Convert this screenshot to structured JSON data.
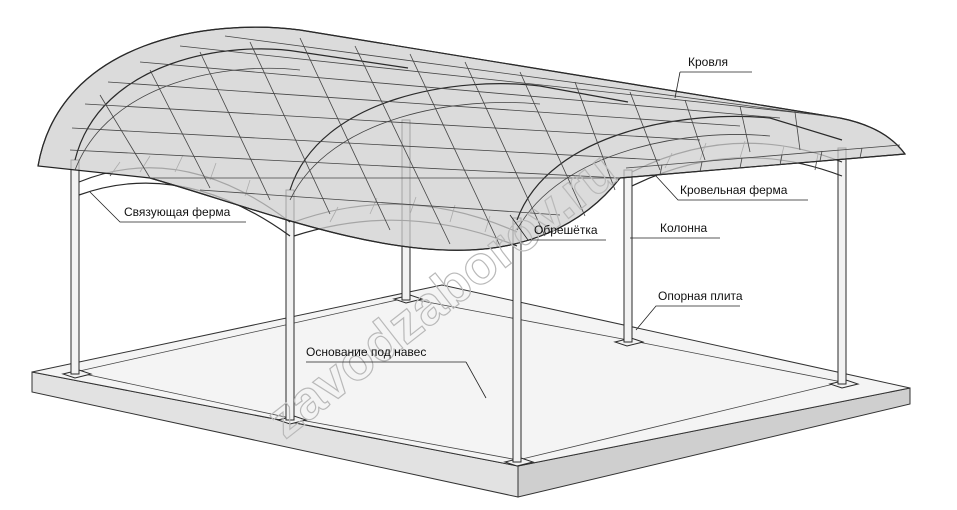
{
  "labels": {
    "roof": "Кровля",
    "roof_truss": "Кровельная ферма",
    "tie_truss": "Связующая ферма",
    "lathing": "Обрешётка",
    "column": "Колонна",
    "base_plate": "Опорная плита",
    "foundation": "Основание под навес"
  },
  "watermark": "zavodzaborov.ru",
  "colors": {
    "slab_top": "#f4f4f4",
    "slab_side": "#d0d0d0",
    "roof_sheet": "#cfcfcf",
    "steel": "#2a2a2a",
    "watermark": "#b9b9b9"
  }
}
